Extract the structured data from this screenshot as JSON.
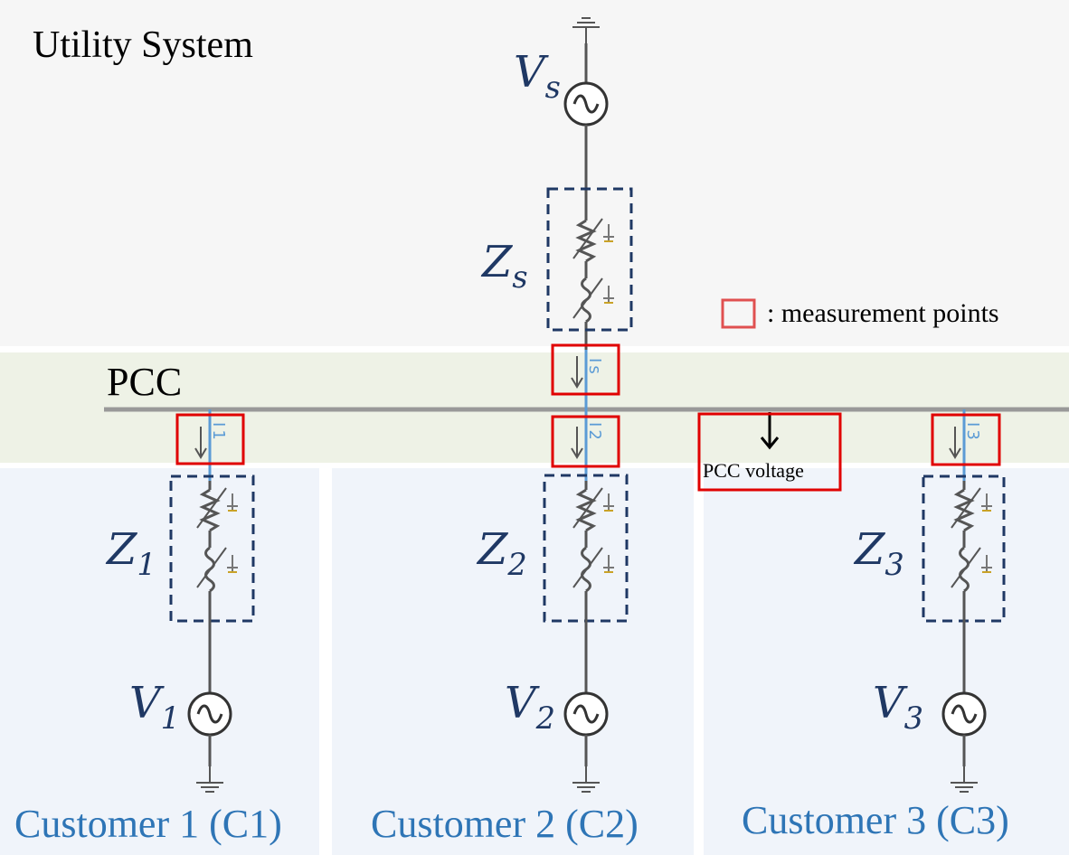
{
  "title": "Utility System",
  "bus_label": "PCC",
  "legend": {
    "text": ": measurement points"
  },
  "pcc_voltage_label": "PCC voltage",
  "source": {
    "v_main": "V",
    "v_sub": "s",
    "z_main": "Z",
    "z_sub": "s",
    "current_main": "I",
    "current_sub": "s"
  },
  "customers": [
    {
      "label": "Customer 1 (C1)",
      "v_main": "V",
      "v_sub": "1",
      "z_main": "Z",
      "z_sub": "1",
      "current_main": "I",
      "current_sub": "1"
    },
    {
      "label": "Customer 2 (C2)",
      "v_main": "V",
      "v_sub": "2",
      "z_main": "Z",
      "z_sub": "2",
      "current_main": "I",
      "current_sub": "2"
    },
    {
      "label": "Customer 3 (C3)",
      "v_main": "V",
      "v_sub": "3",
      "z_main": "Z",
      "z_sub": "3",
      "current_main": "I",
      "current_sub": "3"
    }
  ],
  "colors": {
    "utility_bg": "#f6f6f6",
    "pcc_band_bg": "#eef2e6",
    "customer_bg": "#f0f4fa",
    "measurement_box": "#e00000",
    "impedance_box": "#1f3864",
    "current_line": "#5b9bd5",
    "customer_text": "#2e75b6",
    "math_text": "#1f3864"
  }
}
